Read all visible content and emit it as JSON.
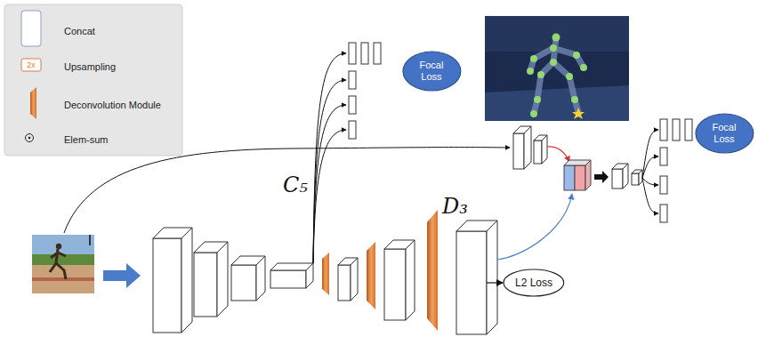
{
  "diagram": {
    "nodes": [
      {
        "text": [
          "C₅"
        ]
      },
      {
        "text": [
          "Focal Loss"
        ]
      },
      {
        "text": [
          "D₃"
        ]
      },
      {
        "text": [
          "L2 Loss"
        ]
      },
      {
        "text": [
          "Focal Loss"
        ]
      }
    ],
    "edges": [
      {
        "from": 2,
        "to": 3,
        "arrow": "to"
      }
    ],
    "labels": [
      "2x"
    ],
    "legend": [
      {
        "text": "Concat"
      },
      {
        "text": "Upsampling"
      },
      {
        "text": "Deconvolution Module"
      },
      {
        "text": "Elem-sum"
      }
    ]
  }
}
